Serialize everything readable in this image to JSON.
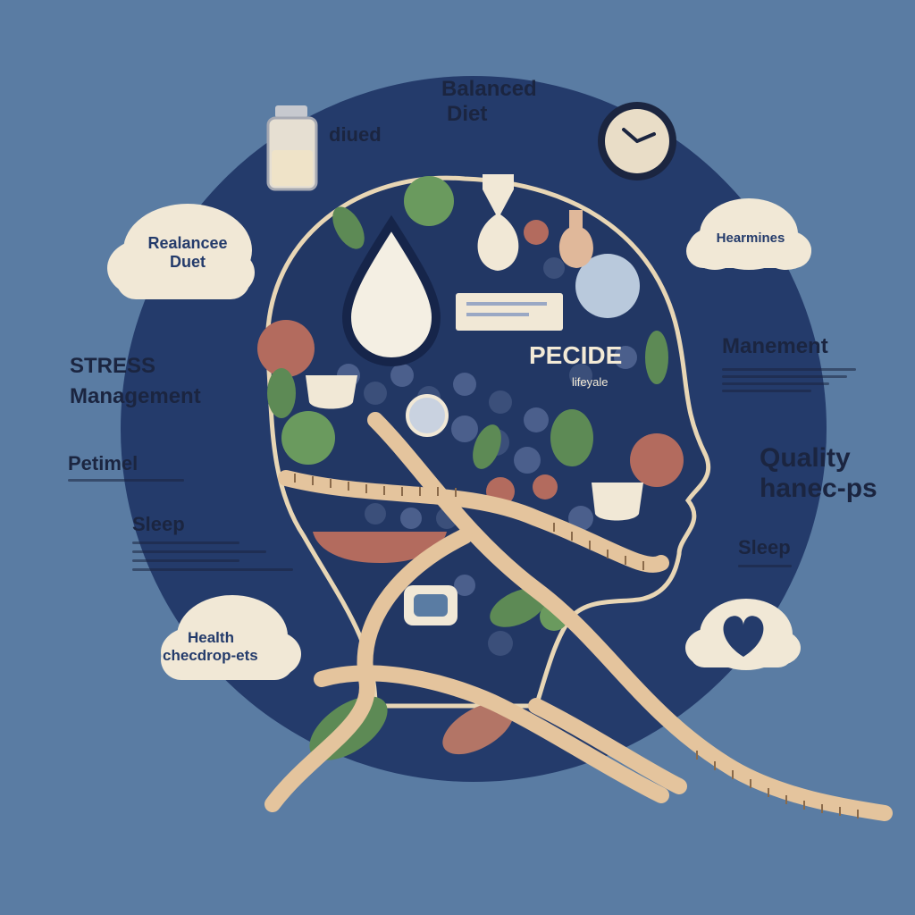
{
  "labels": {
    "balanced_line1": "Balanced",
    "balanced_line2": "Diet",
    "diued": "diued",
    "hearmines": "Hearmines",
    "realance_line1": "Realancee",
    "realance_line2": "Duet",
    "stress_line1": "STRESS",
    "stress_line2": "Management",
    "manement": "Manement",
    "petimel": "Petimel",
    "quality_line1": "Quality",
    "quality_line2": "hanec-ps",
    "sleep_left": "Sleep",
    "sleep_right": "Sleep",
    "health_line1": "Health",
    "health_line2": "checdrop-ets",
    "center_title": "PECIDE",
    "center_sub": "lifeyale"
  },
  "colors": {
    "background": "#5a7ca3",
    "circle": "#243b6b",
    "cream": "#f1e8d6",
    "leaf": "#5d8a55",
    "berry": "#3b4f7a",
    "apple": "#b36b5e"
  },
  "icons": [
    "bottle-icon",
    "clock-icon",
    "heart-cloud-icon",
    "water-drop-icon",
    "measuring-tape-icon"
  ]
}
